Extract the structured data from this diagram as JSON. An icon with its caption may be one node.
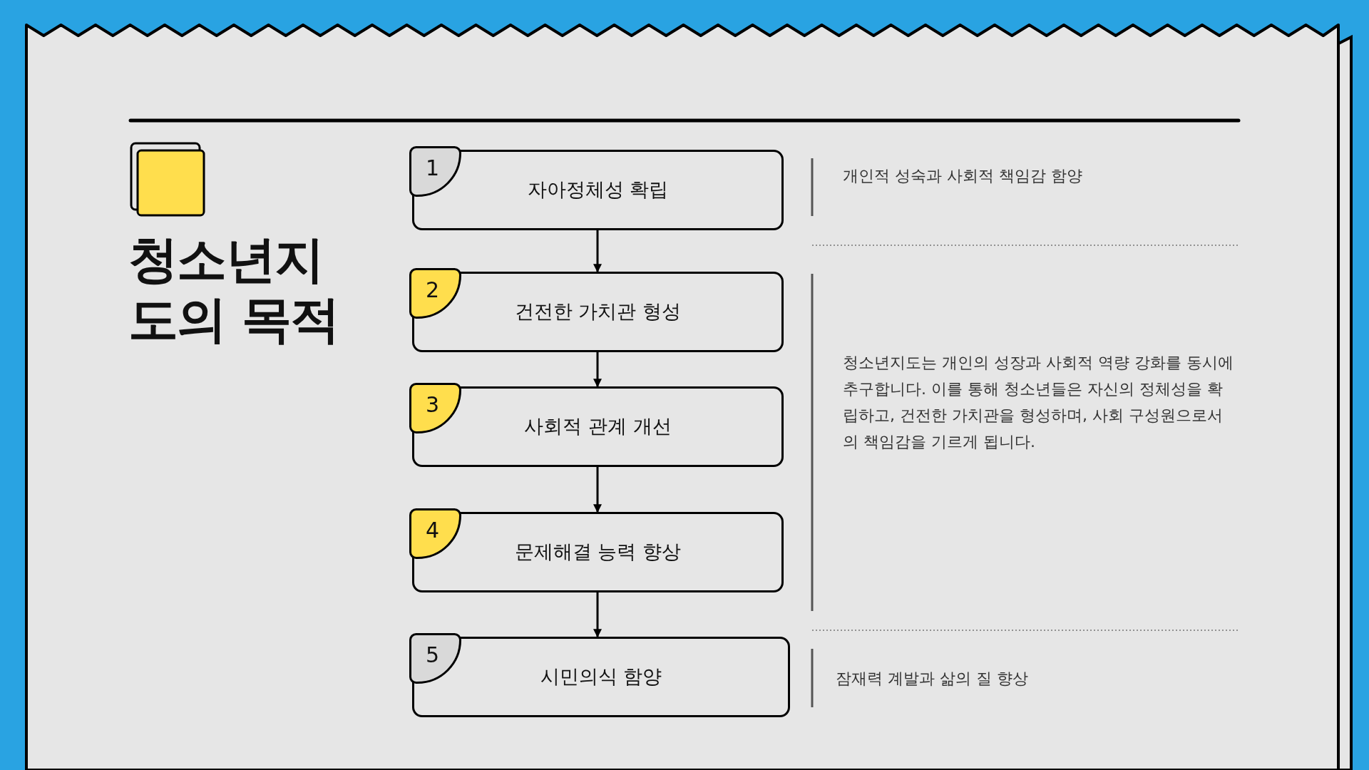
{
  "diagram": {
    "title": "청소년지도의 목적",
    "nodes": [
      {
        "text": [
          "1",
          "자아정체성 확립"
        ]
      },
      {
        "text": [
          "2",
          "건전한 가치관 형성"
        ]
      },
      {
        "text": [
          "3",
          "사회적 관계 개선"
        ]
      },
      {
        "text": [
          "4",
          "문제해결 능력 향상"
        ]
      },
      {
        "text": [
          "5",
          "시민의식 함양"
        ]
      }
    ],
    "edges": [
      {
        "from": 0,
        "to": 1,
        "arrow": "to"
      },
      {
        "from": 1,
        "to": 2,
        "arrow": "to"
      },
      {
        "from": 2,
        "to": 3,
        "arrow": "to"
      },
      {
        "from": 3,
        "to": 4,
        "arrow": "to"
      }
    ],
    "labels": [
      "개인적 성숙과 사회적 책임감 함양",
      "청소년지도는 개인의 성장과 사회적 역량 강화를 동시에 추구합니다. 이를 통해 청소년들은 자신의 정체성을 확립하고, 건전한 가치관을 형성하며, 사회 구성원으로서의 책임감을 기르게 됩니다.",
      "잠재력 계발과 삶의 질 향상"
    ]
  }
}
